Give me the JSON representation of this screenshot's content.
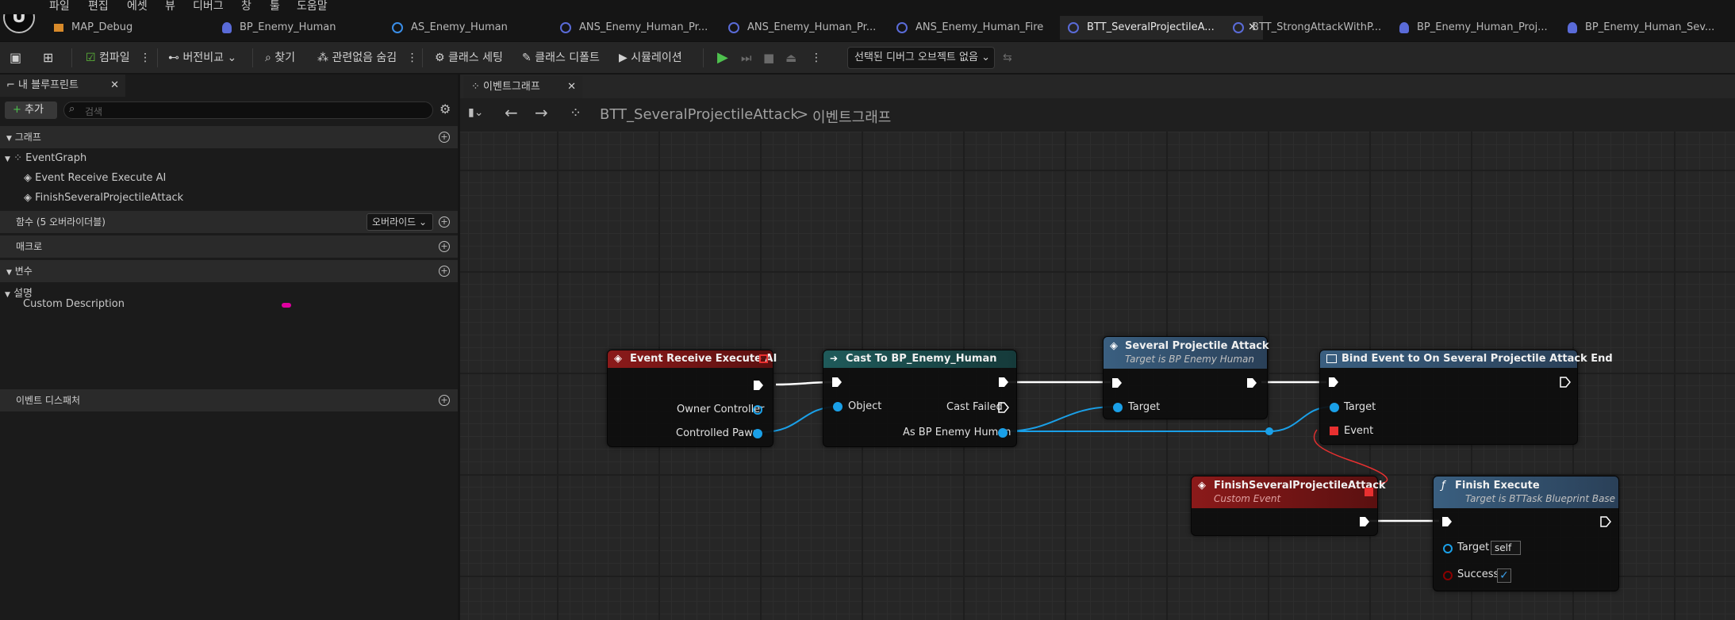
{
  "menu": [
    "파일",
    "편집",
    "에셋",
    "뷰",
    "디버그",
    "창",
    "툴",
    "도움말"
  ],
  "tabs": [
    {
      "label": "MAP_Debug",
      "icon": "level-icon"
    },
    {
      "label": "BP_Enemy_Human",
      "icon": "person-icon"
    },
    {
      "label": "AS_Enemy_Human",
      "icon": "animation-icon"
    },
    {
      "label": "ANS_Enemy_Human_Pr...",
      "icon": "blueprint-icon"
    },
    {
      "label": "ANS_Enemy_Human_Pr...",
      "icon": "blueprint-icon"
    },
    {
      "label": "ANS_Enemy_Human_Fire",
      "icon": "blueprint-icon"
    },
    {
      "label": "BTT_SeveralProjectileA...",
      "icon": "blueprint-icon"
    },
    {
      "label": "BTT_StrongAttackWithP...",
      "icon": "blueprint-icon"
    },
    {
      "label": "BP_Enemy_Human_Proj...",
      "icon": "person-icon"
    },
    {
      "label": "BP_Enemy_Human_Sev...",
      "icon": "person-icon"
    }
  ],
  "toolbar": {
    "compile": "컴파일",
    "diff": "버전비교",
    "find": "찾기",
    "hide_unrelated": "관련없음 숨김",
    "class_settings": "클래스 세팅",
    "class_defaults": "클래스 디폴트",
    "simulation": "시뮬레이션",
    "debug_object": "선택된 디버그 오브젝트 없음"
  },
  "left_panel": {
    "tab": "내 블루프린트",
    "add": "추가",
    "search_placeholder": "검색",
    "sections": {
      "graphs": "그래프",
      "event_graph": "EventGraph",
      "events": [
        "Event Receive Execute AI",
        "FinishSeveralProjectileAttack"
      ],
      "functions": "함수 (5 오버라이더블)",
      "override": "오버라이드",
      "macros": "매크로",
      "variables": "변수",
      "description_category": "설명",
      "variable": "Custom Description",
      "dispatchers": "이벤트 디스패처"
    }
  },
  "graph": {
    "tab": "이벤트그래프",
    "breadcrumb_asset": "BTT_SeveralProjectileAttack",
    "breadcrumb_sep": ">",
    "breadcrumb_graph": "이벤트그래프",
    "nodes": {
      "event_receive": {
        "title": "Event Receive Execute AI",
        "pins": [
          "Owner Controller",
          "Controlled Pawn"
        ]
      },
      "cast": {
        "title": "Cast To BP_Enemy_Human",
        "pins": [
          "Object",
          "Cast Failed",
          "As BP Enemy Human"
        ]
      },
      "several_attack": {
        "title": "Several Projectile Attack",
        "subtitle": "Target is BP Enemy Human",
        "pins": [
          "Target"
        ]
      },
      "bind_event": {
        "title": "Bind Event to On Several Projectile Attack End",
        "pins": [
          "Target",
          "Event"
        ]
      },
      "custom_event": {
        "title": "FinishSeveralProjectileAttack",
        "subtitle": "Custom Event"
      },
      "finish_execute": {
        "title": "Finish Execute",
        "subtitle": "Target is BTTask Blueprint Base",
        "pins": [
          "Target",
          "Success"
        ],
        "target_default": "self",
        "success": true
      }
    }
  },
  "colors": {
    "event_header": "#8b1a1a",
    "cast_header": "#1f5a5a",
    "function_header": "#3a5f80",
    "exec": "#ffffff",
    "object_pin": "#1aa0e8",
    "delegate_pin": "#e83030",
    "bool_pin": "#8b0000",
    "variable_pin": "#e000a0"
  }
}
